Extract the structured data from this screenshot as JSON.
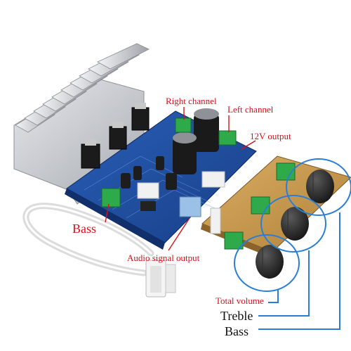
{
  "labels": {
    "right_channel": "Right channel",
    "left_channel": "Left channel",
    "output_12v": "12V output",
    "bass_left": "Bass",
    "audio_signal_output": "Audio signal output",
    "total_volume": "Total volume",
    "treble": "Treble",
    "bass_right": "Bass"
  },
  "colors": {
    "label_red": "#d8101a",
    "label_black": "#111111",
    "callout_blue": "#2a7fd4",
    "pcb_blue": "#1f4fa0",
    "heatsink": "#c9ccd1",
    "tone_board": "#c99a4e"
  }
}
